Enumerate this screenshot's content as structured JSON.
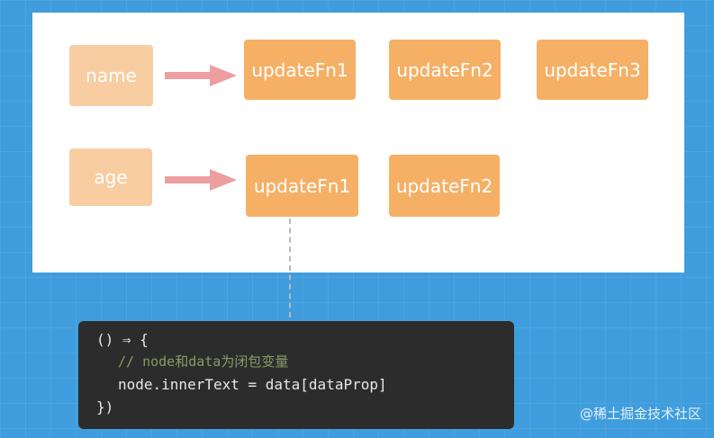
{
  "rows": [
    {
      "key": "name",
      "fns": [
        "updateFn1",
        "updateFn2",
        "updateFn3"
      ]
    },
    {
      "key": "age",
      "fns": [
        "updateFn1",
        "updateFn2"
      ]
    }
  ],
  "code": {
    "line1": "() ⇒ {",
    "line2": "// node和data为闭包变量",
    "line3": "node.innerText = data[dataProp]",
    "line4": "})"
  },
  "watermark": "@稀土掘金技术社区",
  "colors": {
    "key_box": "#f7cda1",
    "fn_box": "#f5b066",
    "arrow": "#ec9ea0",
    "background": "#3f9ddd",
    "code_bg": "#2c2c2c"
  }
}
